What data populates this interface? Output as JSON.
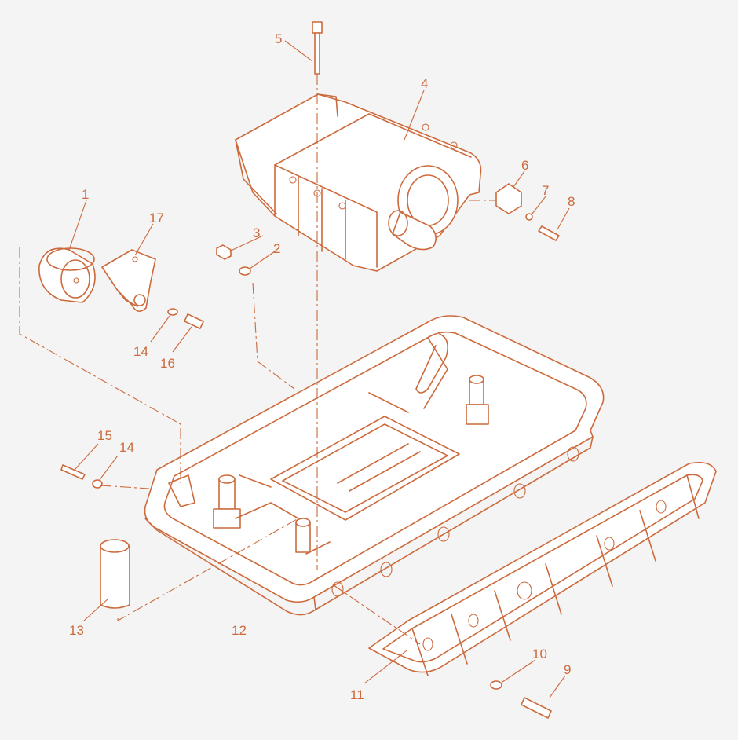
{
  "diagram": {
    "colors": {
      "line": "#cc6a3c",
      "background": "#f4f4f4",
      "fill": "#ffffff"
    },
    "callouts": [
      "1",
      "2",
      "3",
      "4",
      "5",
      "6",
      "7",
      "8",
      "9",
      "10",
      "11",
      "12",
      "13",
      "14",
      "14",
      "15",
      "16",
      "17"
    ]
  }
}
